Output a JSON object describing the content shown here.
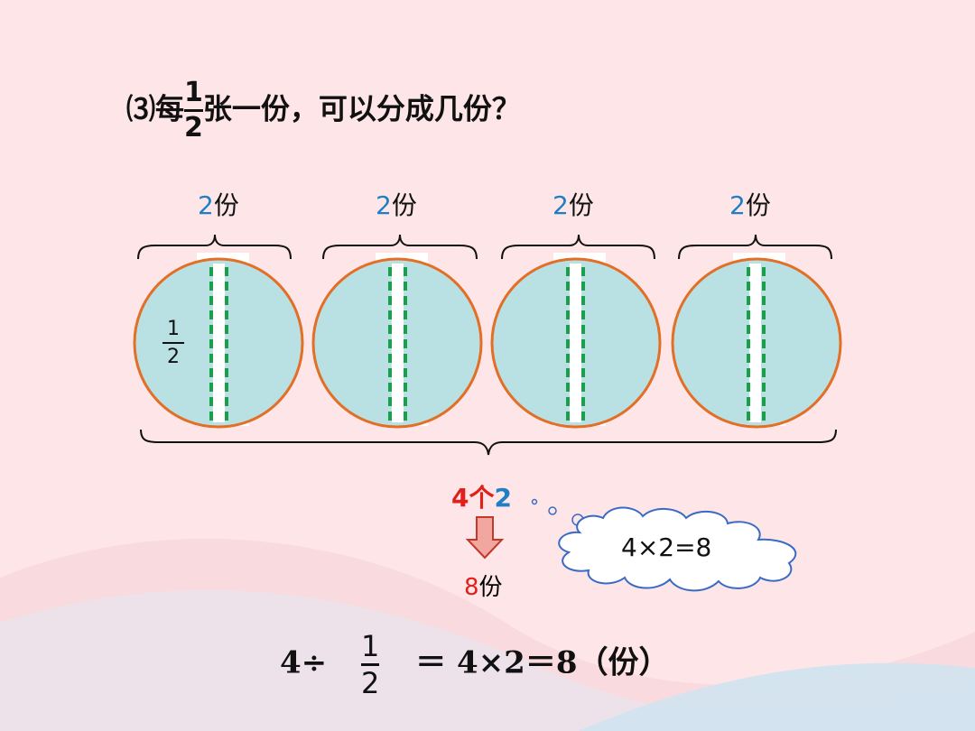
{
  "question": {
    "prefix": "⑶每",
    "fraction": {
      "numerator": "1",
      "denominator": "2"
    },
    "suffix": "张一份，可以分成几份？"
  },
  "parts": [
    {
      "count": "2",
      "unit": "份"
    },
    {
      "count": "2",
      "unit": "份"
    },
    {
      "count": "2",
      "unit": "份"
    },
    {
      "count": "2",
      "unit": "份"
    }
  ],
  "half_label": {
    "numerator": "1",
    "denominator": "2"
  },
  "summary": {
    "count": "4",
    "word": "个",
    "value": "2"
  },
  "result": {
    "count": "8",
    "unit": "份"
  },
  "thought": "4×2=8",
  "equation": {
    "left": "4÷",
    "fraction": {
      "numerator": "1",
      "denominator": "2"
    },
    "right": "＝ 4×2＝8（份）"
  },
  "colors": {
    "circle_fill": "#b9e1e4",
    "circle_stroke": "#e26f25",
    "dash": "#1aa04a",
    "accent_blue": "#1e7fc4",
    "accent_red": "#e0201a",
    "arrow_fill": "#f1a7a0",
    "arrow_stroke": "#c0392b",
    "cloud_stroke": "#3a6bc4"
  }
}
